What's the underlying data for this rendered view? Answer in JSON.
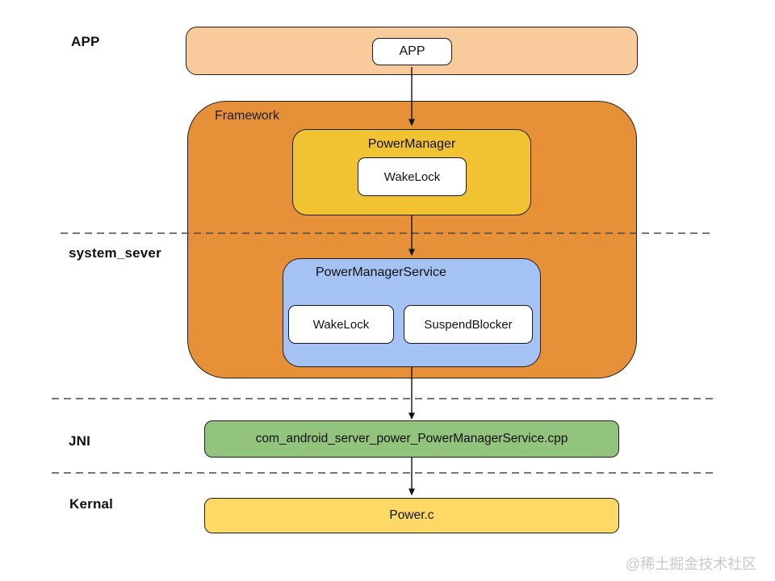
{
  "row_labels": {
    "app": "APP",
    "system_sever": "system_sever",
    "jni": "JNI",
    "kernal": "Kernal"
  },
  "nodes": {
    "app_box": "APP",
    "framework": "Framework",
    "power_manager": {
      "title": "PowerManager",
      "wakelock": "WakeLock"
    },
    "power_manager_service": {
      "title": "PowerManagerService",
      "wakelock": "WakeLock",
      "suspend_blocker": "SuspendBlocker"
    },
    "jni_file": "com_android_server_power_PowerManagerService.cpp",
    "kernel_file": "Power.c"
  },
  "watermark": "@稀土掘金技术社区",
  "colors": {
    "app_layer_bg": "#F9CB9C",
    "framework_bg": "#E69138",
    "power_manager_bg": "#F1C232",
    "service_bg": "#A4C2F4",
    "jni_bg": "#93C47D",
    "kernel_bg": "#FFD966"
  }
}
